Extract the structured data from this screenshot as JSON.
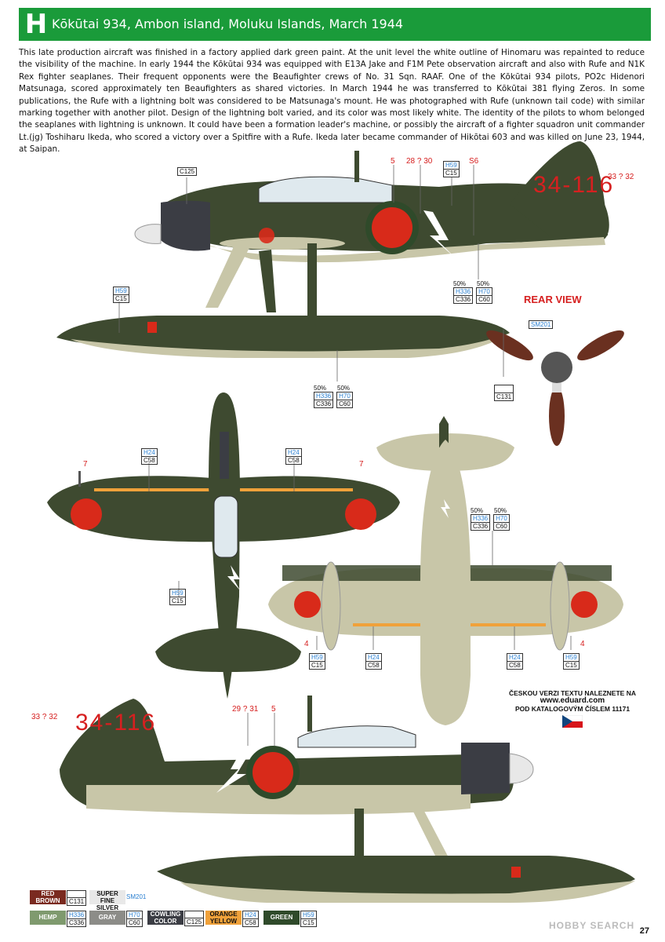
{
  "header": {
    "letter": "H",
    "title": "Kōkūtai 934, Ambon island, Moluku Islands, March 1944"
  },
  "description": "This late production aircraft was finished in a factory applied dark green paint. At the unit level the white outline of Hinomaru was repainted to reduce the visibility of the machine. In early 1944 the Kōkūtai 934 was equipped with E13A Jake and F1M Pete observation aircraft and also with Rufe and N1K Rex fighter seaplanes. Their frequent opponents were the Beaufighter crews of No. 31 Sqn. RAAF. One of the Kōkūtai 934 pilots, PO2c Hidenori Matsunaga, scored approximately ten Beaufighters as shared victories. In March 1944 he was transferred to Kōkūtai 381 flying Zeros. In some publications, the Rufe with a lightning bolt was considered to be Matsunaga's mount. He was photographed with Rufe (unknown tail code) with similar marking together with another pilot. Design of the lightning bolt varied, and its color was most likely white. The identity of the pilots to whom belonged the seaplanes with lightning is unknown. It could have been a formation leader's machine, or possibly the aircraft of a fighter squadron unit commander Lt.(jg) Toshiharu Ikeda, who scored a victory over a Spitfire with a Rufe. Ikeda later became commander of Hikōtai 603 and was killed on June 23, 1944, at Saipan.",
  "tail_code": "34-116",
  "callouts": {
    "c125": "C125",
    "n5": "5",
    "n28_30": "28 ? 30",
    "n33_32": "33 ? 32",
    "s6": "S6",
    "h59": "H59",
    "c15": "C15",
    "pct50": "50%",
    "h336": "H336",
    "c336": "C336",
    "h70": "H70",
    "c60": "C60",
    "h24": "H24",
    "c58": "C58",
    "n7": "7",
    "n4": "4",
    "n29_31": "29 ? 31",
    "sm201": "SM201",
    "c131": "C131"
  },
  "rear_view": "REAR VIEW",
  "czech_note": {
    "line1": "ČESKOU VERZI TEXTU NALEZNETE NA",
    "url": "www.eduard.com",
    "line2": "POD KATALOGOVÝM ČÍSLEM 11171"
  },
  "legend": [
    {
      "name": "RED BROWN",
      "codes": [
        "",
        "C131"
      ],
      "color": "#7a2a20"
    },
    {
      "name": "SUPER FINE SILVER",
      "codes": [
        "SM201"
      ],
      "color": "#e8e8e8"
    },
    {
      "name": "HEMP",
      "codes": [
        "H336",
        "C336"
      ],
      "color": "#7f9a6e"
    },
    {
      "name": "GRAY",
      "codes": [
        "H70",
        "C60"
      ],
      "color": "#8c8c88"
    },
    {
      "name": "COWLING COLOR",
      "codes": [
        "",
        "C125"
      ],
      "color": "#3b3d44"
    },
    {
      "name": "ORANGE YELLOW",
      "codes": [
        "H24",
        "C58"
      ],
      "color": "#f0a13a"
    },
    {
      "name": "GREEN",
      "codes": [
        "H59",
        "C15"
      ],
      "color": "#2f4a2a"
    }
  ],
  "page_number": "27",
  "watermark": "HOBBY SEARCH",
  "colors": {
    "header_green": "#1a9b3a",
    "dark_green": "#3e4a30",
    "light_gray_green": "#c8c6a8",
    "hinomaru_red": "#d82a1a",
    "tail_code_red": "#d62020"
  }
}
